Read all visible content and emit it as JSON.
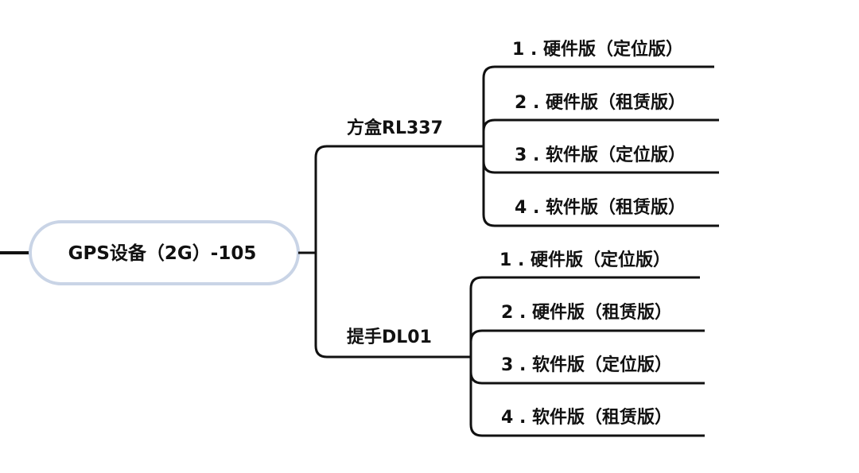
{
  "colors": {
    "line": "#111111",
    "root_border": "#c9d4e6",
    "root_fill": "#ffffff",
    "text": "#111111"
  },
  "root": {
    "label": "GPS设备（2G）-105"
  },
  "branches": [
    {
      "label": "方盒RL337",
      "children": [
        "1 . 硬件版（定位版）",
        "2 . 硬件版（租赁版）",
        "3 . 软件版（定位版）",
        "4 . 软件版（租赁版）"
      ]
    },
    {
      "label": "提手DL01",
      "children": [
        "1 . 硬件版（定位版）",
        "2 . 硬件版（租赁版）",
        "3 . 软件版（定位版）",
        "4 . 软件版（租赁版）"
      ]
    }
  ]
}
